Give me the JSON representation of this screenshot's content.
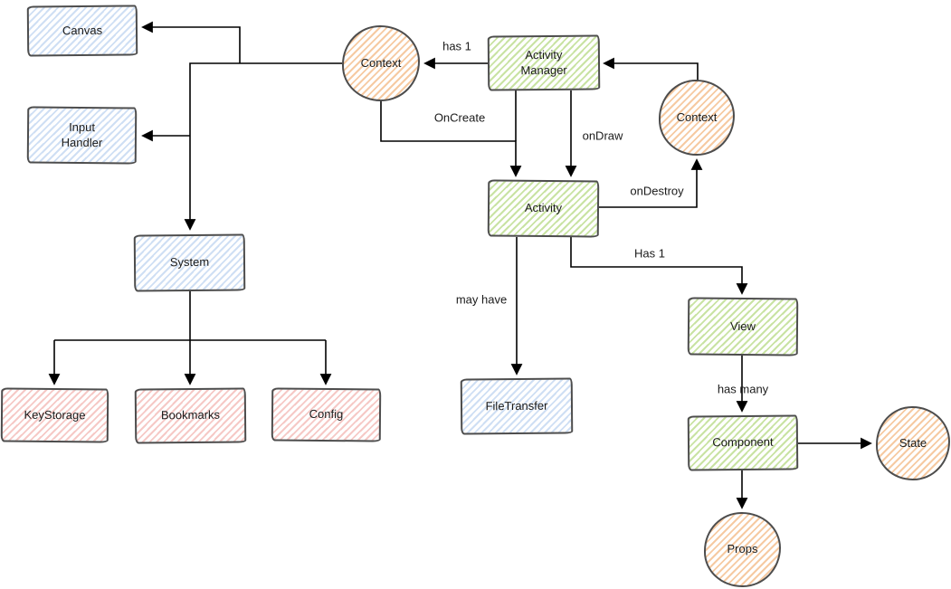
{
  "diagram": {
    "nodes": {
      "canvas": "Canvas",
      "input_handler": "Input\nHandler",
      "system": "System",
      "keystorage": "KeyStorage",
      "bookmarks": "Bookmarks",
      "config": "Config",
      "context_left": "Context",
      "activity_manager": "Activity\nManager",
      "context_right": "Context",
      "activity": "Activity",
      "filetransfer": "FileTransfer",
      "view": "View",
      "component": "Component",
      "state": "State",
      "props": "Props"
    },
    "edge_labels": {
      "has_1_top": "has 1",
      "oncreate": "OnCreate",
      "ondraw": "onDraw",
      "ondestroy": "onDestroy",
      "has_1_right": "Has 1",
      "may_have": "may have",
      "has_many": "has many"
    },
    "colors": {
      "blue_stripe": "#cfdff4",
      "green_stripe": "#c9e3a3",
      "orange_stripe": "#f6caa2",
      "pink_stripe": "#f6c9c6",
      "node_border": "#4d4d4d",
      "connector": "#000000",
      "text": "#1a1a1a",
      "background": "#ffffff"
    }
  }
}
